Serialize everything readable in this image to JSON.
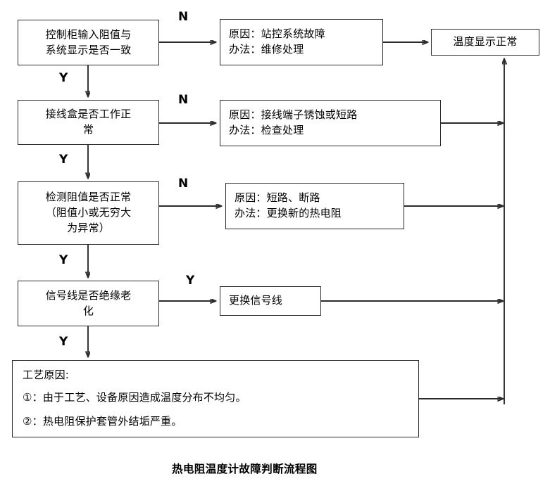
{
  "diagram": {
    "caption": "热电阻温度计故障判断流程图",
    "branch_labels": {
      "yes": "Y",
      "no": "N"
    },
    "decisions": [
      {
        "id": "decision-cabinet-resistance",
        "lines": [
          "控制柜输入阻值与",
          "系统显示是否一致"
        ],
        "no_label": "N",
        "yes_label": "Y"
      },
      {
        "id": "decision-junction-box",
        "lines": [
          "接线盒是否工作正",
          "常"
        ],
        "no_label": "N",
        "yes_label": "Y"
      },
      {
        "id": "decision-measure-resistance",
        "lines": [
          "检测阻值是否正常",
          "（阻值小或无穷大",
          "为异常）"
        ],
        "no_label": "N",
        "yes_label": "Y"
      },
      {
        "id": "decision-signal-line-aging",
        "lines": [
          "信号线是否绝缘老",
          "化"
        ],
        "yes_label": "Y",
        "down_label": "Y"
      }
    ],
    "actions": [
      {
        "id": "action-station-control-fault",
        "lines": [
          "原因：站控系统故障",
          "办法：维修处理"
        ]
      },
      {
        "id": "action-terminal-corrosion",
        "lines": [
          "原因：接线端子锈蚀或短路",
          "办法：检查处理"
        ]
      },
      {
        "id": "action-short-or-open-circuit",
        "lines": [
          "原因：短路、断路",
          "办法：更换新的热电阻"
        ]
      },
      {
        "id": "action-replace-signal-line",
        "lines": [
          "更换信号线"
        ]
      }
    ],
    "process_causes": {
      "id": "process-causes-box",
      "heading": "工艺原因:",
      "items": [
        "①：由于工艺、设备原因造成温度分布不均匀。",
        "②：热电阻保护套管外结垢严重。"
      ]
    },
    "terminal": {
      "id": "terminal-temperature-normal",
      "label": "温度显示正常"
    },
    "colors": {
      "stroke": "#2b2b2b",
      "text": "#000000",
      "background": "#ffffff"
    }
  }
}
